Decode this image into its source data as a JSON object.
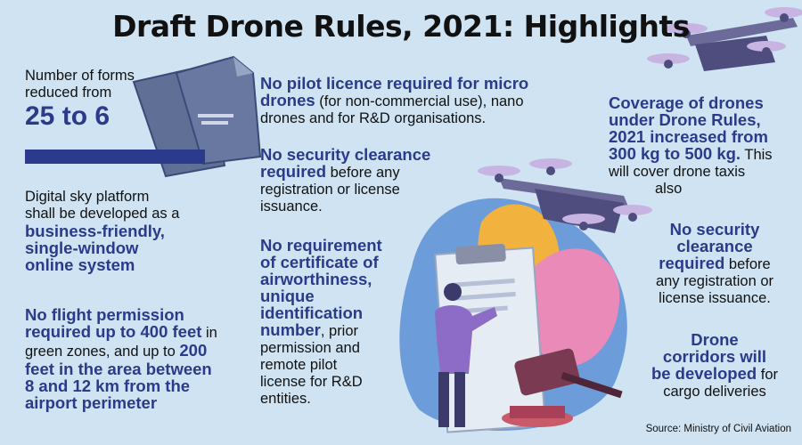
{
  "title": "Draft Drone Rules, 2021: Highlights",
  "forms": {
    "line1": "Number of forms",
    "line2": "reduced from",
    "value": "25 to 6"
  },
  "digital_sky": {
    "plain1": "Digital sky platform",
    "plain2": "shall be developed as a",
    "bold1": "business-friendly,",
    "bold2": "single-window",
    "bold3": "online system"
  },
  "flight_permission": {
    "bold1": "No flight permission",
    "bold2": "required up to 400 feet",
    "plain1": " in",
    "plain2": "green zones, and up to ",
    "bold3": "200",
    "bold4": "feet in the area between",
    "bold5": "8 and 12 km from the",
    "bold6": "airport perimeter"
  },
  "pilot_licence": {
    "bold1": "No pilot licence required for micro",
    "bold2": "drones",
    "plain1": " (for non-commercial use), nano",
    "plain2": "drones and for R&D organisations."
  },
  "security_middle": {
    "bold1": "No security clearance",
    "bold2": "required",
    "plain1": " before any",
    "plain2": "registration or license",
    "plain3": "issuance."
  },
  "airworthiness": {
    "bold1": "No requirement",
    "bold2": "of certificate of",
    "bold3": "airworthiness,",
    "bold4": "unique",
    "bold5": "identification",
    "bold6": "number",
    "plain1": ", prior",
    "plain2": "permission and",
    "plain3": "remote pilot",
    "plain4": "license for R&D",
    "plain5": "entities."
  },
  "coverage": {
    "bold1": "Coverage of drones",
    "bold2": "under Drone Rules,",
    "bold3": "2021 increased from",
    "bold4": "300 kg to 500 kg.",
    "plain1": " This",
    "plain2": "will cover drone taxis",
    "plain3": "also"
  },
  "security_right": {
    "bold1": "No security",
    "bold2": "clearance",
    "bold3": "required",
    "plain1": " before",
    "plain2": "any registration or",
    "plain3": "license issuance."
  },
  "corridors": {
    "bold1": "Drone",
    "bold2": "corridors will",
    "bold3": "be developed",
    "plain1": " for",
    "plain2": "cargo deliveries"
  },
  "source": "Source: Ministry of Civil Aviation",
  "colors": {
    "background": "#cfe3f2",
    "accent": "#2b3a8c",
    "drone": "#6b6a98"
  }
}
